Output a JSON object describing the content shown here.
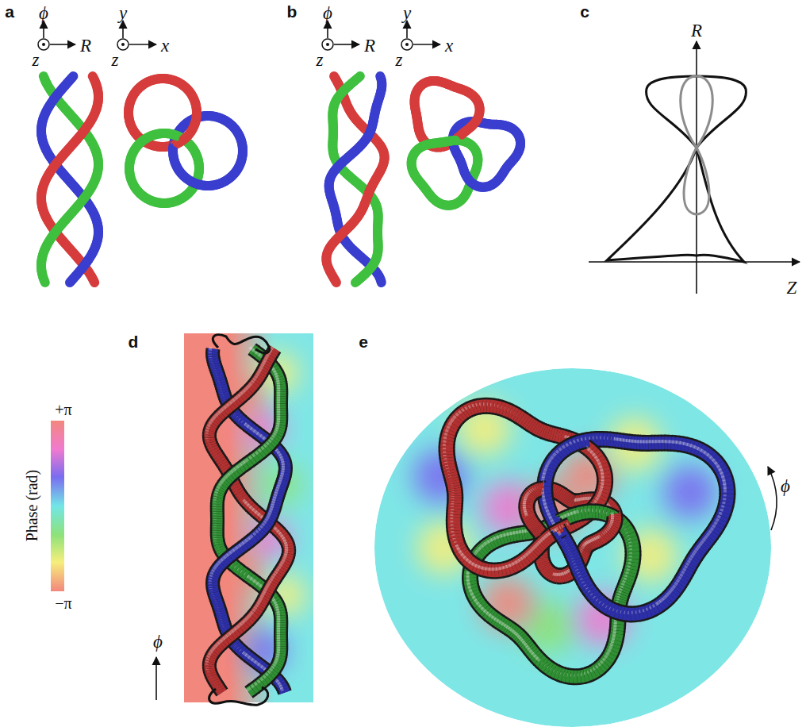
{
  "diagram": {
    "labels": [
      "a",
      "ϕ",
      "R",
      "z",
      "y",
      "x",
      "z",
      "b",
      "ϕ",
      "R",
      "z",
      "y",
      "x",
      "z",
      "c",
      "R",
      "Z",
      "d",
      "e",
      "+π",
      "Phase (rad)",
      "−π",
      "ϕ",
      "ϕ"
    ]
  }
}
